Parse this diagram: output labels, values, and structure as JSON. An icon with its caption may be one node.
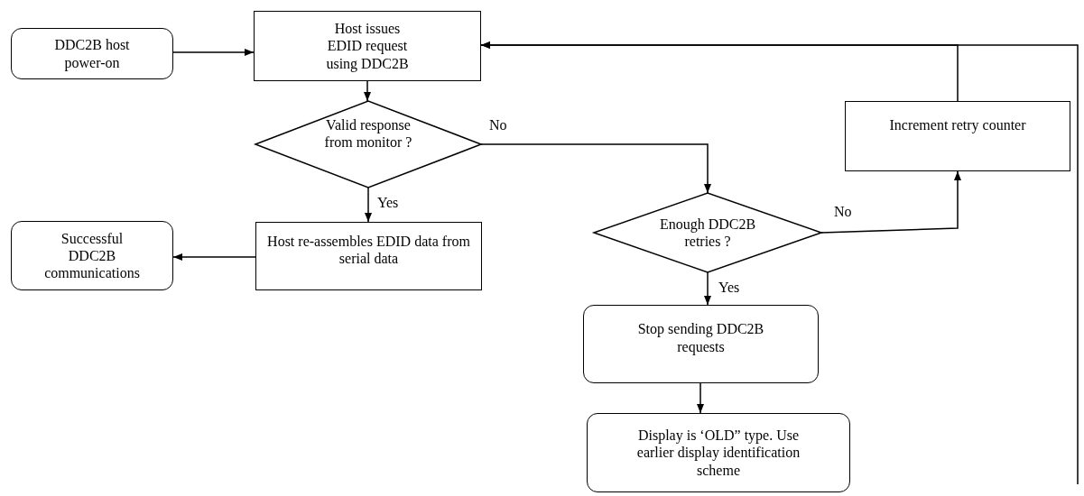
{
  "diagram": {
    "nodes": [
      {
        "text": [
          "DDC2B host power-on"
        ]
      },
      {
        "text": [
          "Host issues EDID request using DDC2B"
        ]
      },
      {
        "text": [
          "Valid response from monitor ?"
        ]
      },
      {
        "text": [
          "Host re-assembles EDID data from serial data"
        ]
      },
      {
        "text": [
          "Successful DDC2B communications"
        ]
      },
      {
        "text": [
          "Enough DDC2B retries ?"
        ]
      },
      {
        "text": [
          "Increment retry counter"
        ]
      },
      {
        "text": [
          "Stop sending DDC2B requests"
        ]
      },
      {
        "text": [
          "Display is ‘OLD” type. Use earlier display identification scheme"
        ]
      }
    ],
    "edges": [
      {
        "from": 0,
        "to": 1,
        "arrow": "to"
      },
      {
        "from": 1,
        "to": 2,
        "arrow": "to"
      },
      {
        "from": 2,
        "to": 3,
        "arrow": "to",
        "label": "Yes"
      },
      {
        "from": 3,
        "to": 4,
        "arrow": "to"
      },
      {
        "from": 2,
        "to": 5,
        "arrow": "to",
        "label": "No"
      },
      {
        "from": 5,
        "to": 6,
        "arrow": "to",
        "label": "No"
      },
      {
        "from": 5,
        "to": 7,
        "arrow": "to",
        "label": "Yes"
      },
      {
        "from": 7,
        "to": 8,
        "arrow": "to"
      },
      {
        "from": 6,
        "to": 1,
        "arrow": "to"
      },
      {
        "from": null,
        "to": 1,
        "arrow": "to"
      }
    ]
  }
}
